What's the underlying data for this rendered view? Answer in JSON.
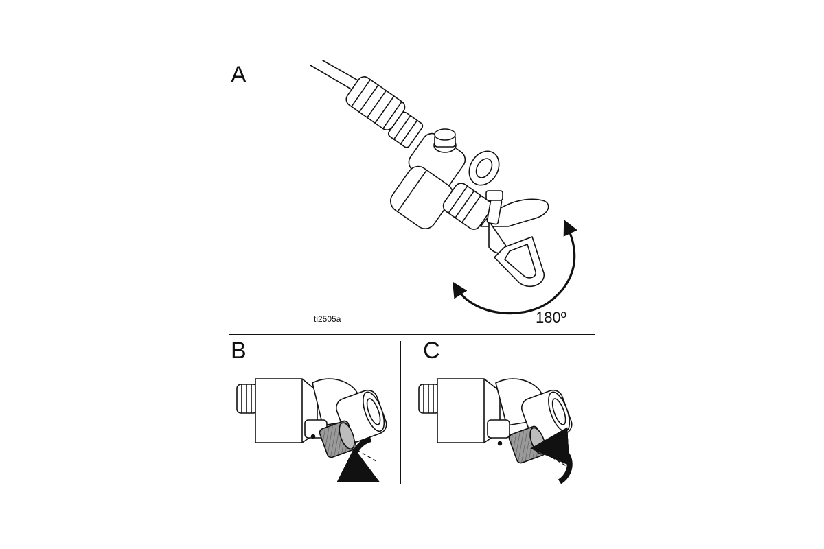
{
  "panels": {
    "a": {
      "letter": "A",
      "figure_id": "ti2505a",
      "angle_label": "180º"
    },
    "b": {
      "letter": "B"
    },
    "c": {
      "letter": "C"
    }
  }
}
